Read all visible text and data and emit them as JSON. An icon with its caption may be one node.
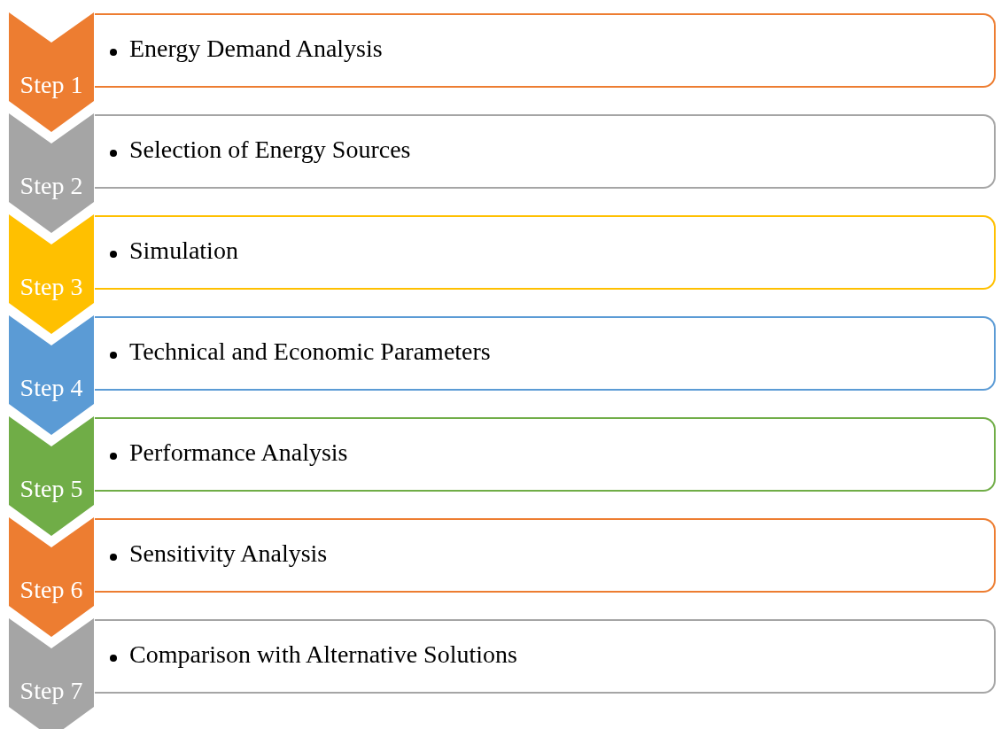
{
  "diagram": {
    "nodes": [
      {
        "text": [
          "Step 1"
        ]
      },
      {
        "text": [
          "Energy Demand Analysis"
        ]
      },
      {
        "text": [
          "Step 2"
        ]
      },
      {
        "text": [
          "Selection of Energy Sources"
        ]
      },
      {
        "text": [
          "Step 3"
        ]
      },
      {
        "text": [
          "Simulation"
        ]
      },
      {
        "text": [
          "Step 4"
        ]
      },
      {
        "text": [
          "Technical and Economic Parameters"
        ]
      },
      {
        "text": [
          "Step 5"
        ]
      },
      {
        "text": [
          "Performance Analysis"
        ]
      },
      {
        "text": [
          "Step 6"
        ]
      },
      {
        "text": [
          "Sensitivity Analysis"
        ]
      },
      {
        "text": [
          "Step 7"
        ]
      },
      {
        "text": [
          "Comparison with Alternative Solutions"
        ]
      }
    ]
  }
}
